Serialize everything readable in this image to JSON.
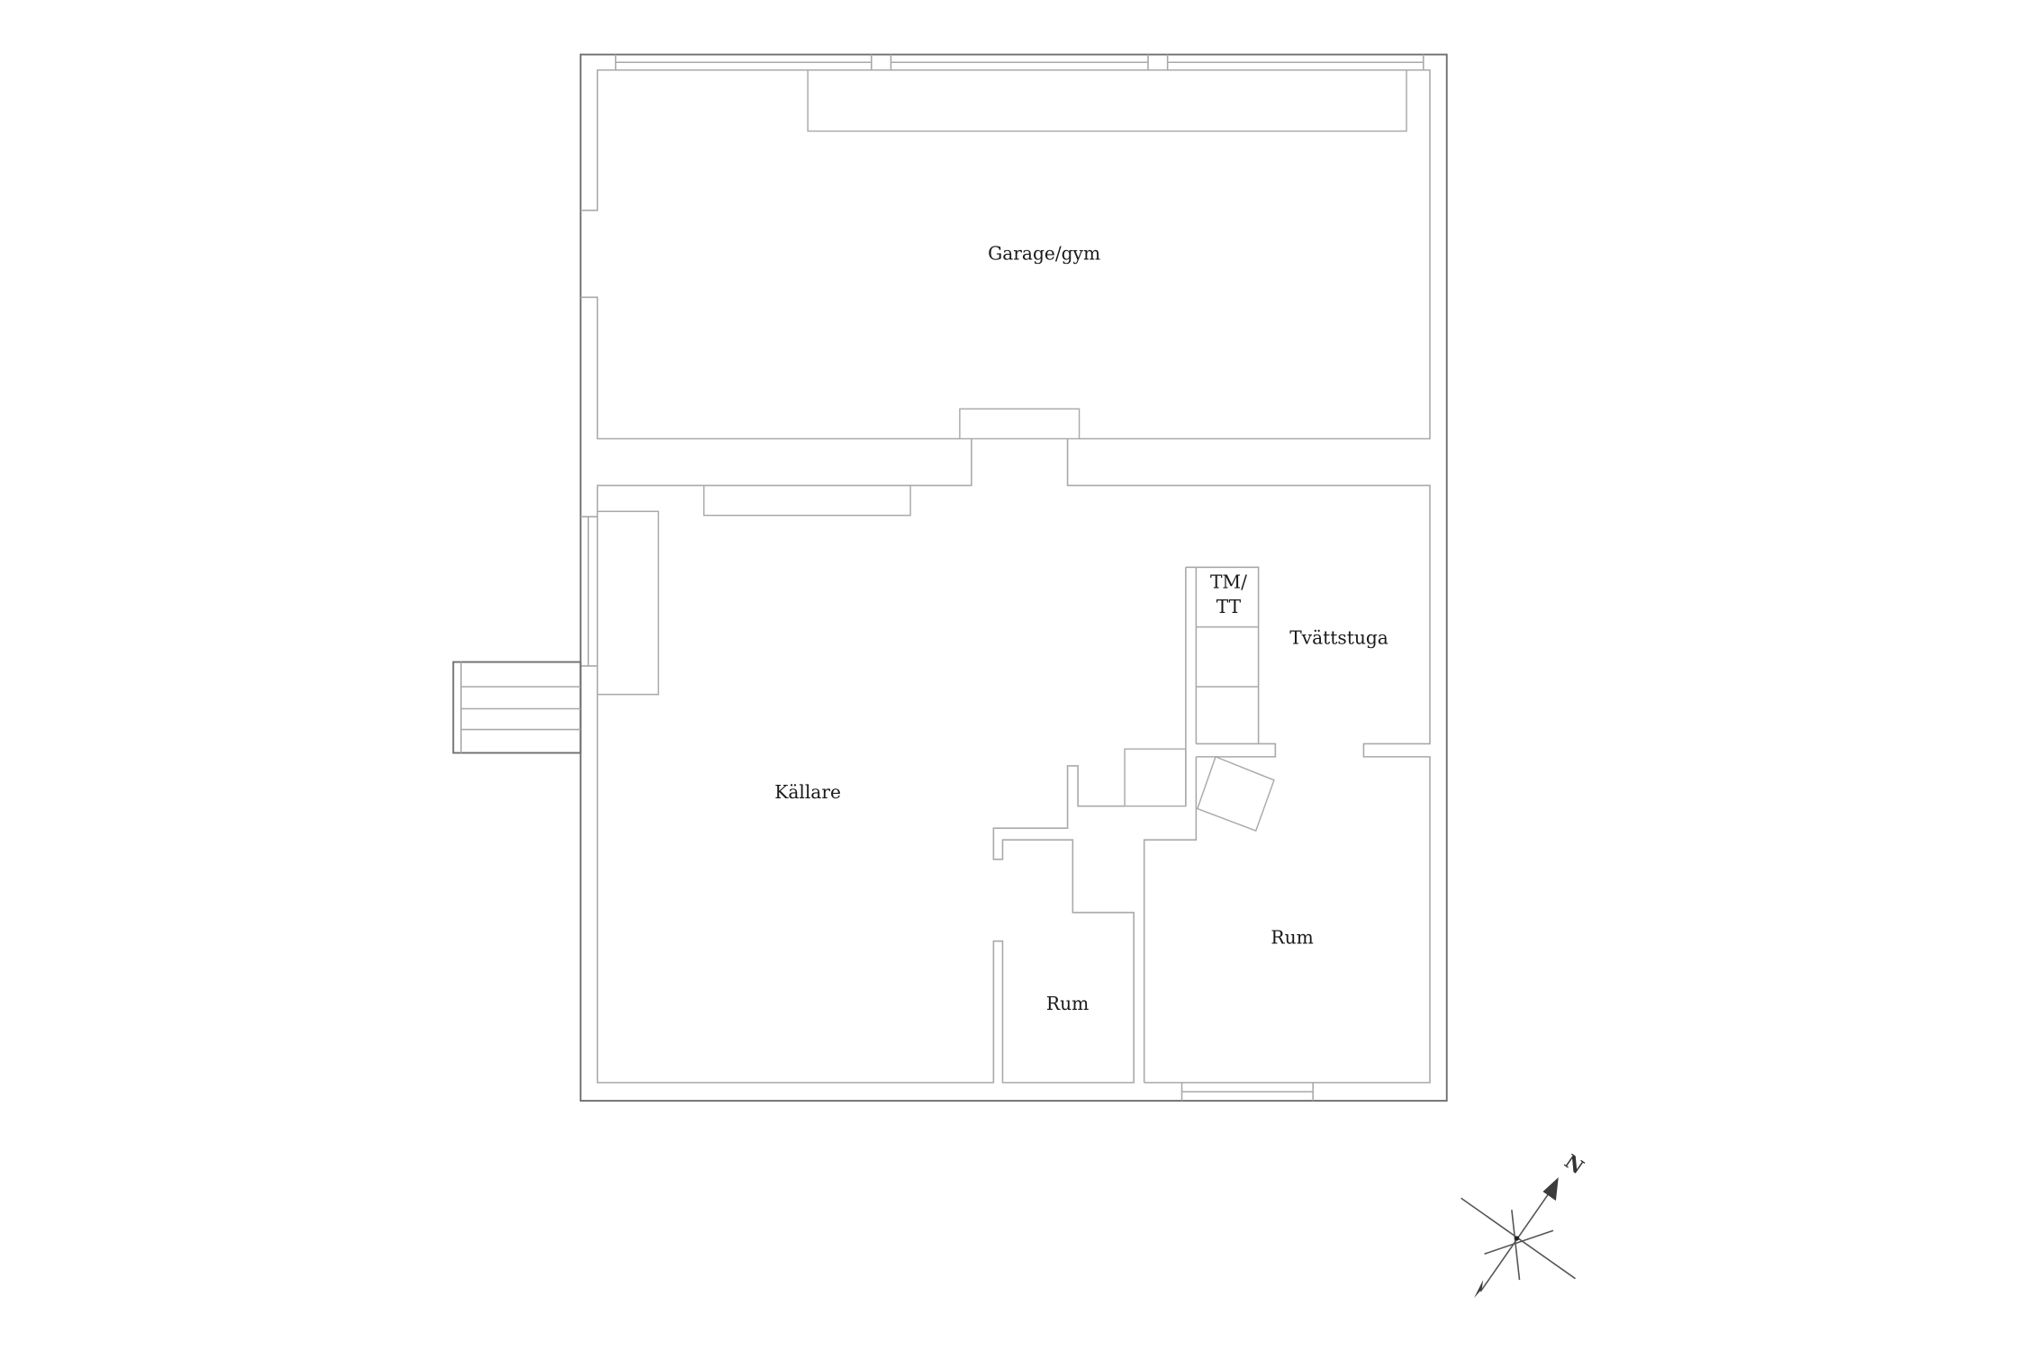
{
  "floorplan": {
    "rooms": {
      "garage": {
        "label": "Garage/gym"
      },
      "kallare": {
        "label": "Källare"
      },
      "tvattstuga": {
        "label": "Tvättstuga"
      },
      "tmtt": {
        "label_line1": "TM/",
        "label_line2": "TT"
      },
      "rum_small": {
        "label": "Rum"
      },
      "rum_large": {
        "label": "Rum"
      }
    },
    "compass": {
      "north_label": "N"
    },
    "colors": {
      "outer_wall": "#6e6e6e",
      "inner_wall": "#a9a9a9",
      "text": "#1a1a1a",
      "background": "#ffffff"
    }
  }
}
